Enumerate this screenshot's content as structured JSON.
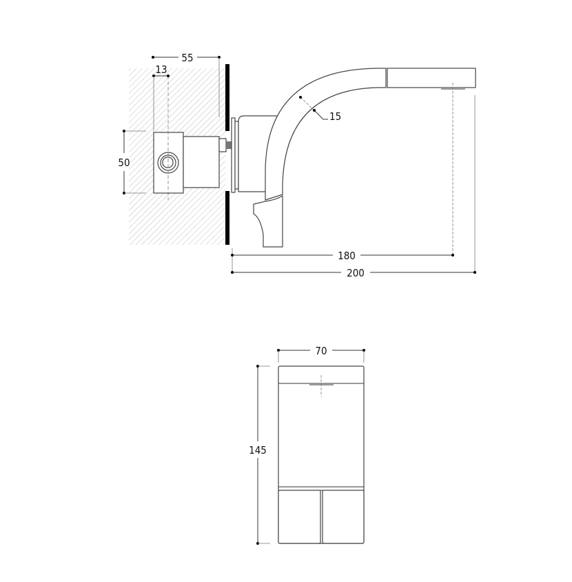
{
  "side_view": {
    "dimensions": {
      "depth_in_wall": "55",
      "axis_offset": "13",
      "box_height": "50",
      "spout_thickness": "15",
      "spout_reach": "180",
      "total_projection": "200"
    }
  },
  "front_view": {
    "dimensions": {
      "width": "70",
      "height": "145"
    }
  },
  "colors": {
    "line": "#333333",
    "wall": "#000000",
    "hatch": "#bbbbbb"
  }
}
